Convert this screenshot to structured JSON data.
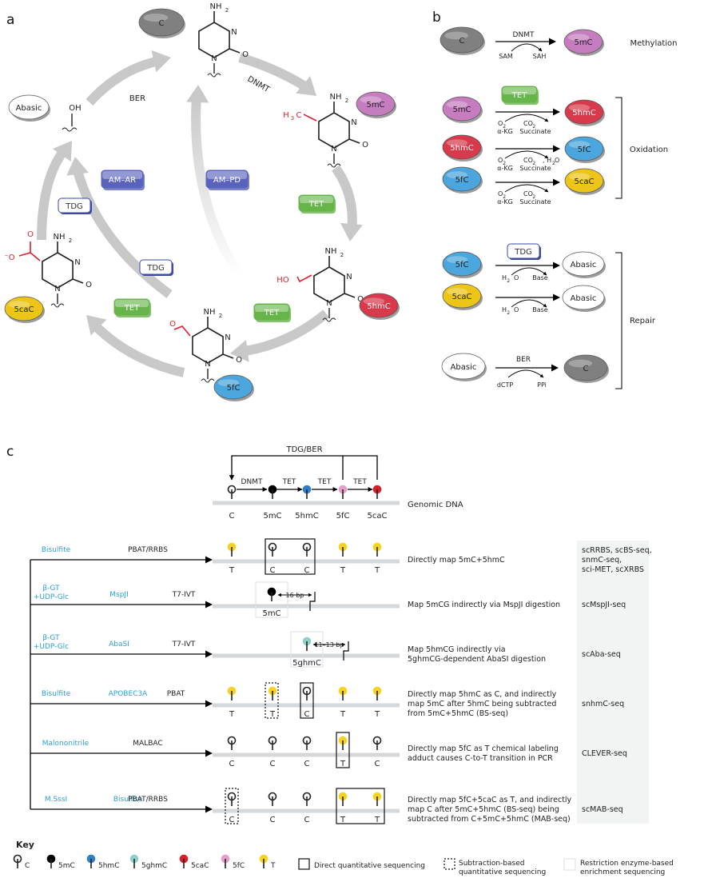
{
  "colors": {
    "c_oval": "#808080",
    "mc_oval": "#c57dbf",
    "hmc_oval": "#d83a4c",
    "fc_oval": "#4aa6dc",
    "cac_oval": "#ecc518",
    "abasic_oval": "#ffffff",
    "tet_box": "#67b54a",
    "ar_box": "#5a63bc",
    "tdg_box": "#3c4aa6",
    "method_text": "#2aa0d6",
    "red_group": "#e0202e",
    "arrow_gray": "#c8c8c8",
    "pin_c": "#ffffff",
    "pin_5mc": "#000000",
    "pin_5hmc": "#2f7fc8",
    "pin_5ghmc": "#8fd1c8",
    "pin_5cac": "#d81f2a",
    "pin_5fc": "#e69fc9",
    "pin_t": "#f6d31e",
    "right_panel_bg": "#f2f4f4"
  },
  "panel_labels": {
    "a": "a",
    "b": "b",
    "c": "c"
  },
  "panel_a": {
    "ovals": {
      "C": "C",
      "mC": "5mC",
      "hmC": "5hmC",
      "fC": "5fC",
      "caC": "5caC",
      "abasic": "Abasic"
    },
    "boxes": {
      "tet": "TET",
      "ar": "AM–AR",
      "pd": "AM–PD",
      "tdg": "TDG"
    },
    "labels": {
      "ber": "BER",
      "dnmt": "DNMT"
    },
    "chem": {
      "nh": "NH",
      "two": "2",
      "n": "N",
      "o": "O",
      "h3c_h": "H",
      "h3c_3": "3",
      "h3c_c": "C",
      "ho": "HO",
      "oh": "OH",
      "minus_o": "⁻O"
    }
  },
  "panel_b": {
    "groups": {
      "methylation": "Methylation",
      "oxidation": "Oxidation",
      "repair": "Repair"
    },
    "ovals": {
      "C": "C",
      "mC": "5mC",
      "hmC": "5hmC",
      "fC": "5fC",
      "caC": "5caC",
      "abasic": "Abasic"
    },
    "enzymes": {
      "dnmt": "DNMT",
      "tet": "TET",
      "tdg": "TDG",
      "ber": "BER"
    },
    "cofactors": {
      "sam": "SAM",
      "sah": "SAH",
      "o": "O",
      "two": "2",
      "akg": "α-KG",
      "co": "CO",
      "succinate": "Succinate",
      "comma_h": ", H",
      "o2_end": "O",
      "h": "H",
      "base": "Base",
      "dctp": "dCTP",
      "ppi": "PPi"
    }
  },
  "panel_c": {
    "top": {
      "tdg_ber": "TDG/BER",
      "steps": [
        "DNMT",
        "TET",
        "TET",
        "TET"
      ],
      "bases": [
        "C",
        "5mC",
        "5hmC",
        "5fC",
        "5caC"
      ],
      "genomic_dna": "Genomic DNA"
    },
    "rows": [
      {
        "treatments": [
          "Bisulfite",
          "",
          "PBAT/RRBS"
        ],
        "bases": [
          "T",
          "C",
          "C",
          "T",
          "T"
        ],
        "description": [
          "Directly map 5mC+5hmC"
        ],
        "methods": [
          "scRRBS, scBS-seq,",
          "snmC-seq,",
          "sci-MET, scXRBS"
        ]
      },
      {
        "treatments": [
          "β-GT",
          "+UDP-Glc",
          "MspJI",
          "T7-IVT"
        ],
        "bases": [
          "5mC"
        ],
        "distance": "16 bp",
        "description": [
          "Map 5mCG indirectly via MspJI digestion"
        ],
        "methods": [
          "scMspJI-seq"
        ]
      },
      {
        "treatments": [
          "β-GT",
          "+UDP-Glc",
          "AbaSI",
          "T7-IVT"
        ],
        "bases": [
          "5ghmC"
        ],
        "distance": "11–13 bp",
        "description": [
          "Map 5hmCG indirectly via",
          "5ghmCG-dependent AbaSI digestion"
        ],
        "methods": [
          "scAba-seq"
        ]
      },
      {
        "treatments": [
          "Bisulfite",
          "APOBEC3A",
          "PBAT"
        ],
        "bases": [
          "T",
          "T",
          "C",
          "T",
          "T"
        ],
        "description": [
          "Directly map 5hmC as C, and indirectly",
          "map 5mC after 5hmC being subtracted",
          "from 5mC+5hmC (BS-seq)"
        ],
        "methods": [
          "snhmC-seq"
        ]
      },
      {
        "treatments": [
          "Malononitrile",
          "",
          "MALBAC"
        ],
        "bases": [
          "C",
          "C",
          "C",
          "T",
          "C"
        ],
        "description": [
          "Directly map 5fC as T chemical labeling",
          "adduct causes C-to-T transition in PCR"
        ],
        "methods": [
          "CLEVER-seq"
        ]
      },
      {
        "treatments": [
          "M.SssI",
          "Bisulfite",
          "PBAT/RRBS"
        ],
        "bases": [
          "C",
          "C",
          "C",
          "T",
          "T"
        ],
        "description": [
          "Directly map 5fC+5caC as T, and indirectly",
          "map C after 5mC+5hmC (BS-seq) being",
          "subtracted from C+5mC+5hmC (MAB-seq)"
        ],
        "methods": [
          "scMAB-seq"
        ]
      }
    ]
  },
  "key": {
    "title": "Key",
    "items": [
      "C",
      "5mC",
      "5hmC",
      "5ghmC",
      "5caC",
      "5fC",
      "T"
    ],
    "direct": "Direct quantitative sequencing",
    "subtraction": [
      "Subtraction-based",
      "quantitative sequencing"
    ],
    "restriction": [
      "Restriction enzyme-based",
      "enrichment sequencing"
    ]
  }
}
